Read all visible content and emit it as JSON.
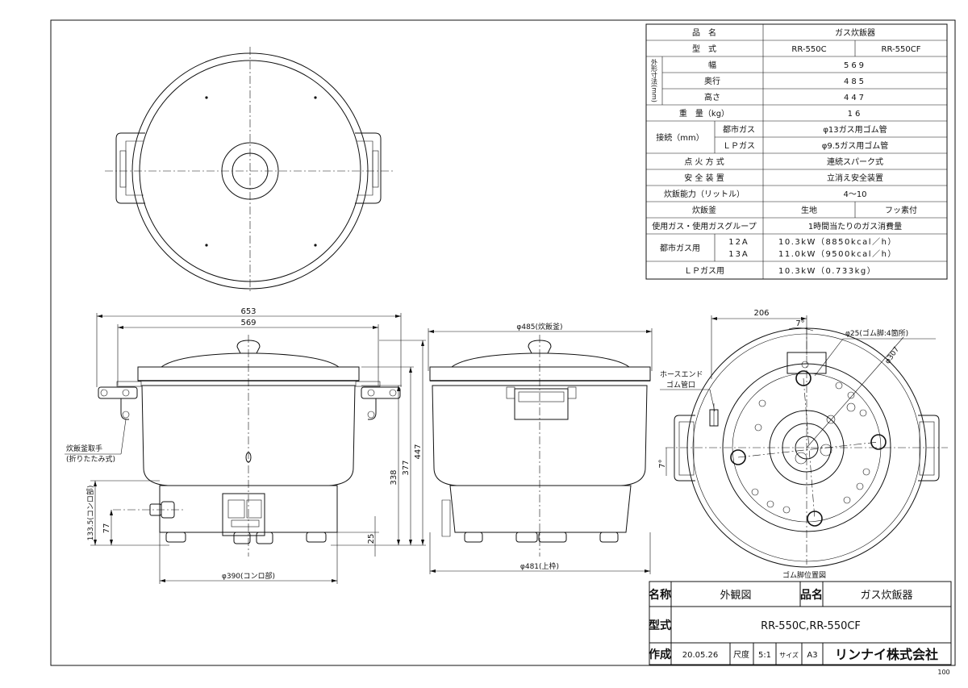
{
  "spec": {
    "rows": [
      {
        "label": "品　名",
        "value": "ガス炊飯器"
      },
      {
        "label": "型　式",
        "value_a": "RR-550C",
        "value_b": "RR-550CF"
      },
      {
        "group": "外形寸法(mm)",
        "label": "幅",
        "value": "569"
      },
      {
        "label": "奥行",
        "value": "485"
      },
      {
        "label": "高さ",
        "value": "447"
      },
      {
        "label": "重　量（kg）",
        "value": "16"
      },
      {
        "group": "接続（mm）",
        "label": "都市ガス",
        "value": "φ13ガス用ゴム管"
      },
      {
        "label": "ＬＰガス",
        "value": "φ9.5ガス用ゴム管"
      },
      {
        "label": "点 火 方 式",
        "value": "連続スパーク式"
      },
      {
        "label": "安 全 装 置",
        "value": "立消え安全装置"
      },
      {
        "label": "炊飯能力（リットル）",
        "value": "4～10"
      },
      {
        "label": "炊飯釜",
        "value_a": "生地",
        "value_b": "フッ素付"
      },
      {
        "label": "使用ガス・使用ガスグループ",
        "value": "1時間当たりのガス消費量"
      },
      {
        "group": "都市ガス用",
        "label_a": "12A",
        "label_b": "13A",
        "value_a": "10.3kW（8850kcal／h）",
        "value_b": "11.0kW（9500kcal／h）"
      },
      {
        "label": "ＬＰガス用",
        "value": "10.3kW（0.733kg）"
      }
    ]
  },
  "dims": {
    "front": {
      "w_total": "653",
      "w_body": "569",
      "h_total": "447",
      "h_377": "377",
      "h_338": "338",
      "h_25": "25",
      "h_133": "133.5(コンロ部)",
      "h_77": "77",
      "d_base": "φ390(コンロ部)",
      "handle_label_1": "炊飯釜取手",
      "handle_label_2": "(折りたたみ式)"
    },
    "side": {
      "d_top": "φ485(炊飯釜)",
      "d_bottom": "φ481(上枠)"
    },
    "bottom": {
      "w_206": "206",
      "ang_top": "7°",
      "ang_left": "7°",
      "d_foot": "φ25(ゴム脚:4箇所)",
      "d_circle": "φ307",
      "hose_1": "ホースエンド",
      "hose_2": "ゴム管口",
      "caption": "ゴム脚位置図"
    }
  },
  "titleblock": {
    "name_label": "名称",
    "name_value": "外観図",
    "product_label": "品名",
    "product_value": "ガス炊飯器",
    "model_label": "型式",
    "model_value": "RR-550C,RR-550CF",
    "made_label": "作成",
    "made_value": "20.05.26",
    "scale_label": "尺度",
    "scale_value": "5:1",
    "size_label": "サイズ",
    "size_value": "A3",
    "company": "リンナイ株式会社",
    "corner": "100"
  }
}
